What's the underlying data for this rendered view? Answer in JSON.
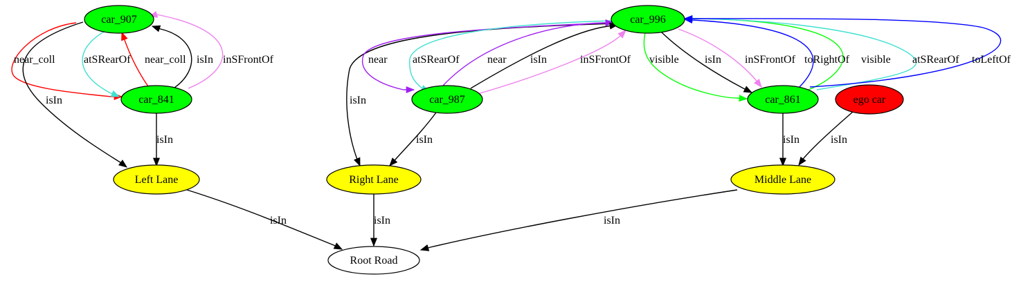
{
  "nodes": [
    {
      "id": "car_907",
      "label": "car_907",
      "fill": "#00ff00"
    },
    {
      "id": "car_841",
      "label": "car_841",
      "fill": "#00ff00"
    },
    {
      "id": "car_996",
      "label": "car_996",
      "fill": "#00ff00"
    },
    {
      "id": "car_987",
      "label": "car_987",
      "fill": "#00ff00"
    },
    {
      "id": "car_861",
      "label": "car_861",
      "fill": "#00ff00"
    },
    {
      "id": "ego_car",
      "label": "ego car",
      "fill": "#ff0000"
    },
    {
      "id": "left_lane",
      "label": "Left Lane",
      "fill": "#ffff00"
    },
    {
      "id": "right_lane",
      "label": "Right Lane",
      "fill": "#ffff00"
    },
    {
      "id": "middle_lane",
      "label": "Middle Lane",
      "fill": "#ffff00"
    },
    {
      "id": "root_road",
      "label": "Root Road",
      "fill": "#ffffff"
    }
  ],
  "edges": [
    {
      "id": "e1",
      "from": "car_907",
      "to": "car_841",
      "label": "near_coll",
      "color": "#ff0000"
    },
    {
      "id": "e2",
      "from": "car_907",
      "to": "car_841",
      "label": "atSRearOf",
      "color": "#40e0d0"
    },
    {
      "id": "e3",
      "from": "car_841",
      "to": "car_907",
      "label": "near_coll",
      "color": "#ff0000"
    },
    {
      "id": "e4",
      "from": "car_841",
      "to": "car_907",
      "label": "isIn",
      "color": "#000000"
    },
    {
      "id": "e5",
      "from": "car_841",
      "to": "car_907",
      "label": "inSFrontOf",
      "color": "#ee82ee"
    },
    {
      "id": "e6",
      "from": "car_907",
      "to": "left_lane",
      "label": "isIn",
      "color": "#000000"
    },
    {
      "id": "e7",
      "from": "car_841",
      "to": "left_lane",
      "label": "isIn",
      "color": "#000000"
    },
    {
      "id": "e8",
      "from": "car_996",
      "to": "right_lane",
      "label": "isIn",
      "color": "#000000"
    },
    {
      "id": "e9",
      "from": "car_996",
      "to": "car_987",
      "label": "near",
      "color": "#a020f0"
    },
    {
      "id": "e10",
      "from": "car_996",
      "to": "car_987",
      "label": "atSRearOf",
      "color": "#40e0d0"
    },
    {
      "id": "e11",
      "from": "car_987",
      "to": "car_996",
      "label": "near",
      "color": "#a020f0"
    },
    {
      "id": "e12",
      "from": "car_987",
      "to": "car_996",
      "label": "isIn",
      "color": "#000000"
    },
    {
      "id": "e13",
      "from": "car_987",
      "to": "car_996",
      "label": "inSFrontOf",
      "color": "#ee82ee"
    },
    {
      "id": "e14",
      "from": "car_987",
      "to": "right_lane",
      "label": "isIn",
      "color": "#000000"
    },
    {
      "id": "e15",
      "from": "car_996",
      "to": "car_861",
      "label": "visible",
      "color": "#00ff00"
    },
    {
      "id": "e16",
      "from": "car_996",
      "to": "car_861",
      "label": "isIn",
      "color": "#000000"
    },
    {
      "id": "e17",
      "from": "car_996",
      "to": "car_861",
      "label": "inSFrontOf",
      "color": "#ee82ee"
    },
    {
      "id": "e18",
      "from": "car_861",
      "to": "car_996",
      "label": "toRightOf",
      "color": "#0000ff"
    },
    {
      "id": "e19",
      "from": "car_861",
      "to": "car_996",
      "label": "visible",
      "color": "#00ff00"
    },
    {
      "id": "e20",
      "from": "car_861",
      "to": "car_996",
      "label": "atSRearOf",
      "color": "#40e0d0"
    },
    {
      "id": "e21",
      "from": "car_861",
      "to": "car_996",
      "label": "toLeftOf",
      "color": "#0000ff"
    },
    {
      "id": "e22",
      "from": "car_861",
      "to": "middle_lane",
      "label": "isIn",
      "color": "#000000"
    },
    {
      "id": "e23",
      "from": "ego_car",
      "to": "middle_lane",
      "label": "isIn",
      "color": "#000000"
    },
    {
      "id": "e24",
      "from": "left_lane",
      "to": "root_road",
      "label": "isIn",
      "color": "#000000"
    },
    {
      "id": "e25",
      "from": "right_lane",
      "to": "root_road",
      "label": "isIn",
      "color": "#000000"
    },
    {
      "id": "e26",
      "from": "middle_lane",
      "to": "root_road",
      "label": "isIn",
      "color": "#000000"
    }
  ]
}
